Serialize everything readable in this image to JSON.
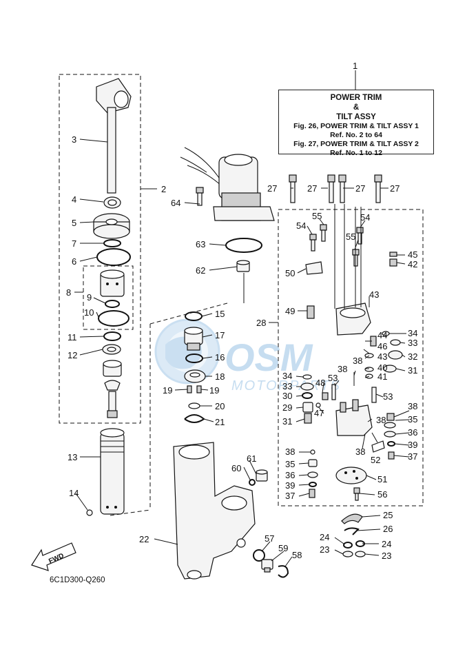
{
  "info_box": {
    "line1": "POWER TRIM",
    "line2": "&",
    "line3": "TILT ASSY",
    "line4": "Fig. 26, POWER TRIM & TILT ASSY 1",
    "line5": "Ref. No. 2 to 64",
    "line6": "Fig. 27, POWER TRIM & TILT ASSY 2",
    "line7": "Ref. No. 1 to 12"
  },
  "watermark": {
    "logo": "OSM",
    "sub": "MOTORPARTS"
  },
  "fwd_label": "FWD",
  "diagram_code": "6C1D300-Q260",
  "callouts": {
    "c1": "1",
    "c2": "2",
    "c3": "3",
    "c4": "4",
    "c5": "5",
    "c6": "6",
    "c7": "7",
    "c8": "8",
    "c9": "9",
    "c10": "10",
    "c11": "11",
    "c12": "12",
    "c13": "13",
    "c14": "14",
    "c15": "15",
    "c16": "16",
    "c17": "17",
    "c18": "18",
    "c19a": "19",
    "c19b": "19",
    "c20": "20",
    "c21": "21",
    "c22": "22",
    "c23a": "23",
    "c23b": "23",
    "c24a": "24",
    "c24b": "24",
    "c25": "25",
    "c26": "26",
    "c27a": "27",
    "c27b": "27",
    "c27c": "27",
    "c27d": "27",
    "c28": "28",
    "c29": "29",
    "c30": "30",
    "c31a": "31",
    "c31b": "31",
    "c32": "32",
    "c33a": "33",
    "c33b": "33",
    "c34a": "34",
    "c34b": "34",
    "c35a": "35",
    "c35b": "35",
    "c36a": "36",
    "c36b": "36",
    "c37a": "37",
    "c37b": "37",
    "c38a": "38",
    "c38b": "38",
    "c38c": "38",
    "c38d": "38",
    "c38e": "38",
    "c38f": "38",
    "c39a": "39",
    "c39b": "39",
    "c40": "40",
    "c41": "41",
    "c42": "42",
    "c43a": "43",
    "c43b": "43",
    "c44": "44",
    "c45": "45",
    "c46": "46",
    "c47": "47",
    "c48": "48",
    "c49": "49",
    "c50": "50",
    "c51": "51",
    "c52": "52",
    "c53a": "53",
    "c53b": "53",
    "c54a": "54",
    "c54b": "54",
    "c55a": "55",
    "c55b": "55",
    "c56": "56",
    "c57": "57",
    "c58": "58",
    "c59": "59",
    "c60": "60",
    "c61": "61",
    "c62": "62",
    "c63": "63",
    "c64": "64"
  }
}
